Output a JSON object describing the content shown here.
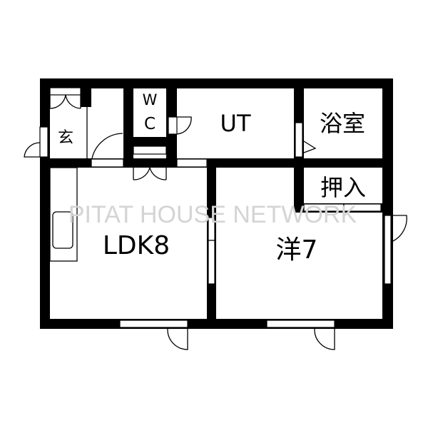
{
  "watermark": "PITAT HOUSE NETWORK",
  "rooms": {
    "entrance": "玄",
    "wc_w": "W",
    "wc_c": "C",
    "utility": "UT",
    "bathroom": "浴室",
    "closet": "押入",
    "ldk": "LDK8",
    "western_room": "洋7"
  },
  "colors": {
    "wall": "#000000",
    "watermark": "#d4d4d4"
  }
}
